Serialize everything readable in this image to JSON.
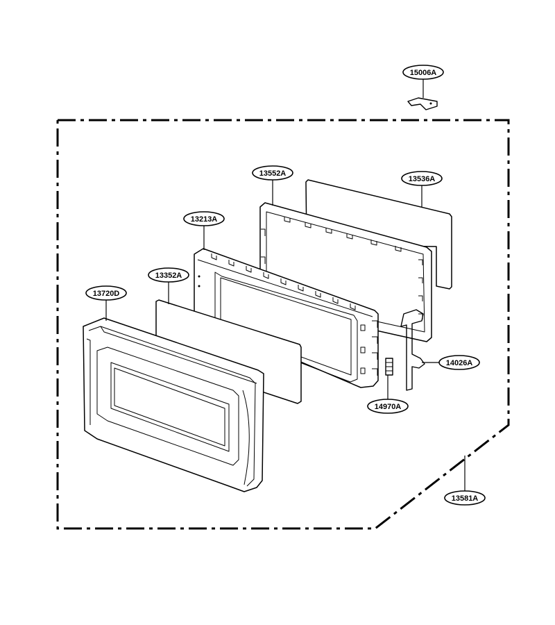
{
  "labels": {
    "p15006A": "15006A",
    "p13552A": "13552A",
    "p13536A": "13536A",
    "p13213A": "13213A",
    "p13352A": "13352A",
    "p13720D": "13720D",
    "p14026A": "14026A",
    "p14970A": "14970A",
    "p13581A": "13581A"
  }
}
